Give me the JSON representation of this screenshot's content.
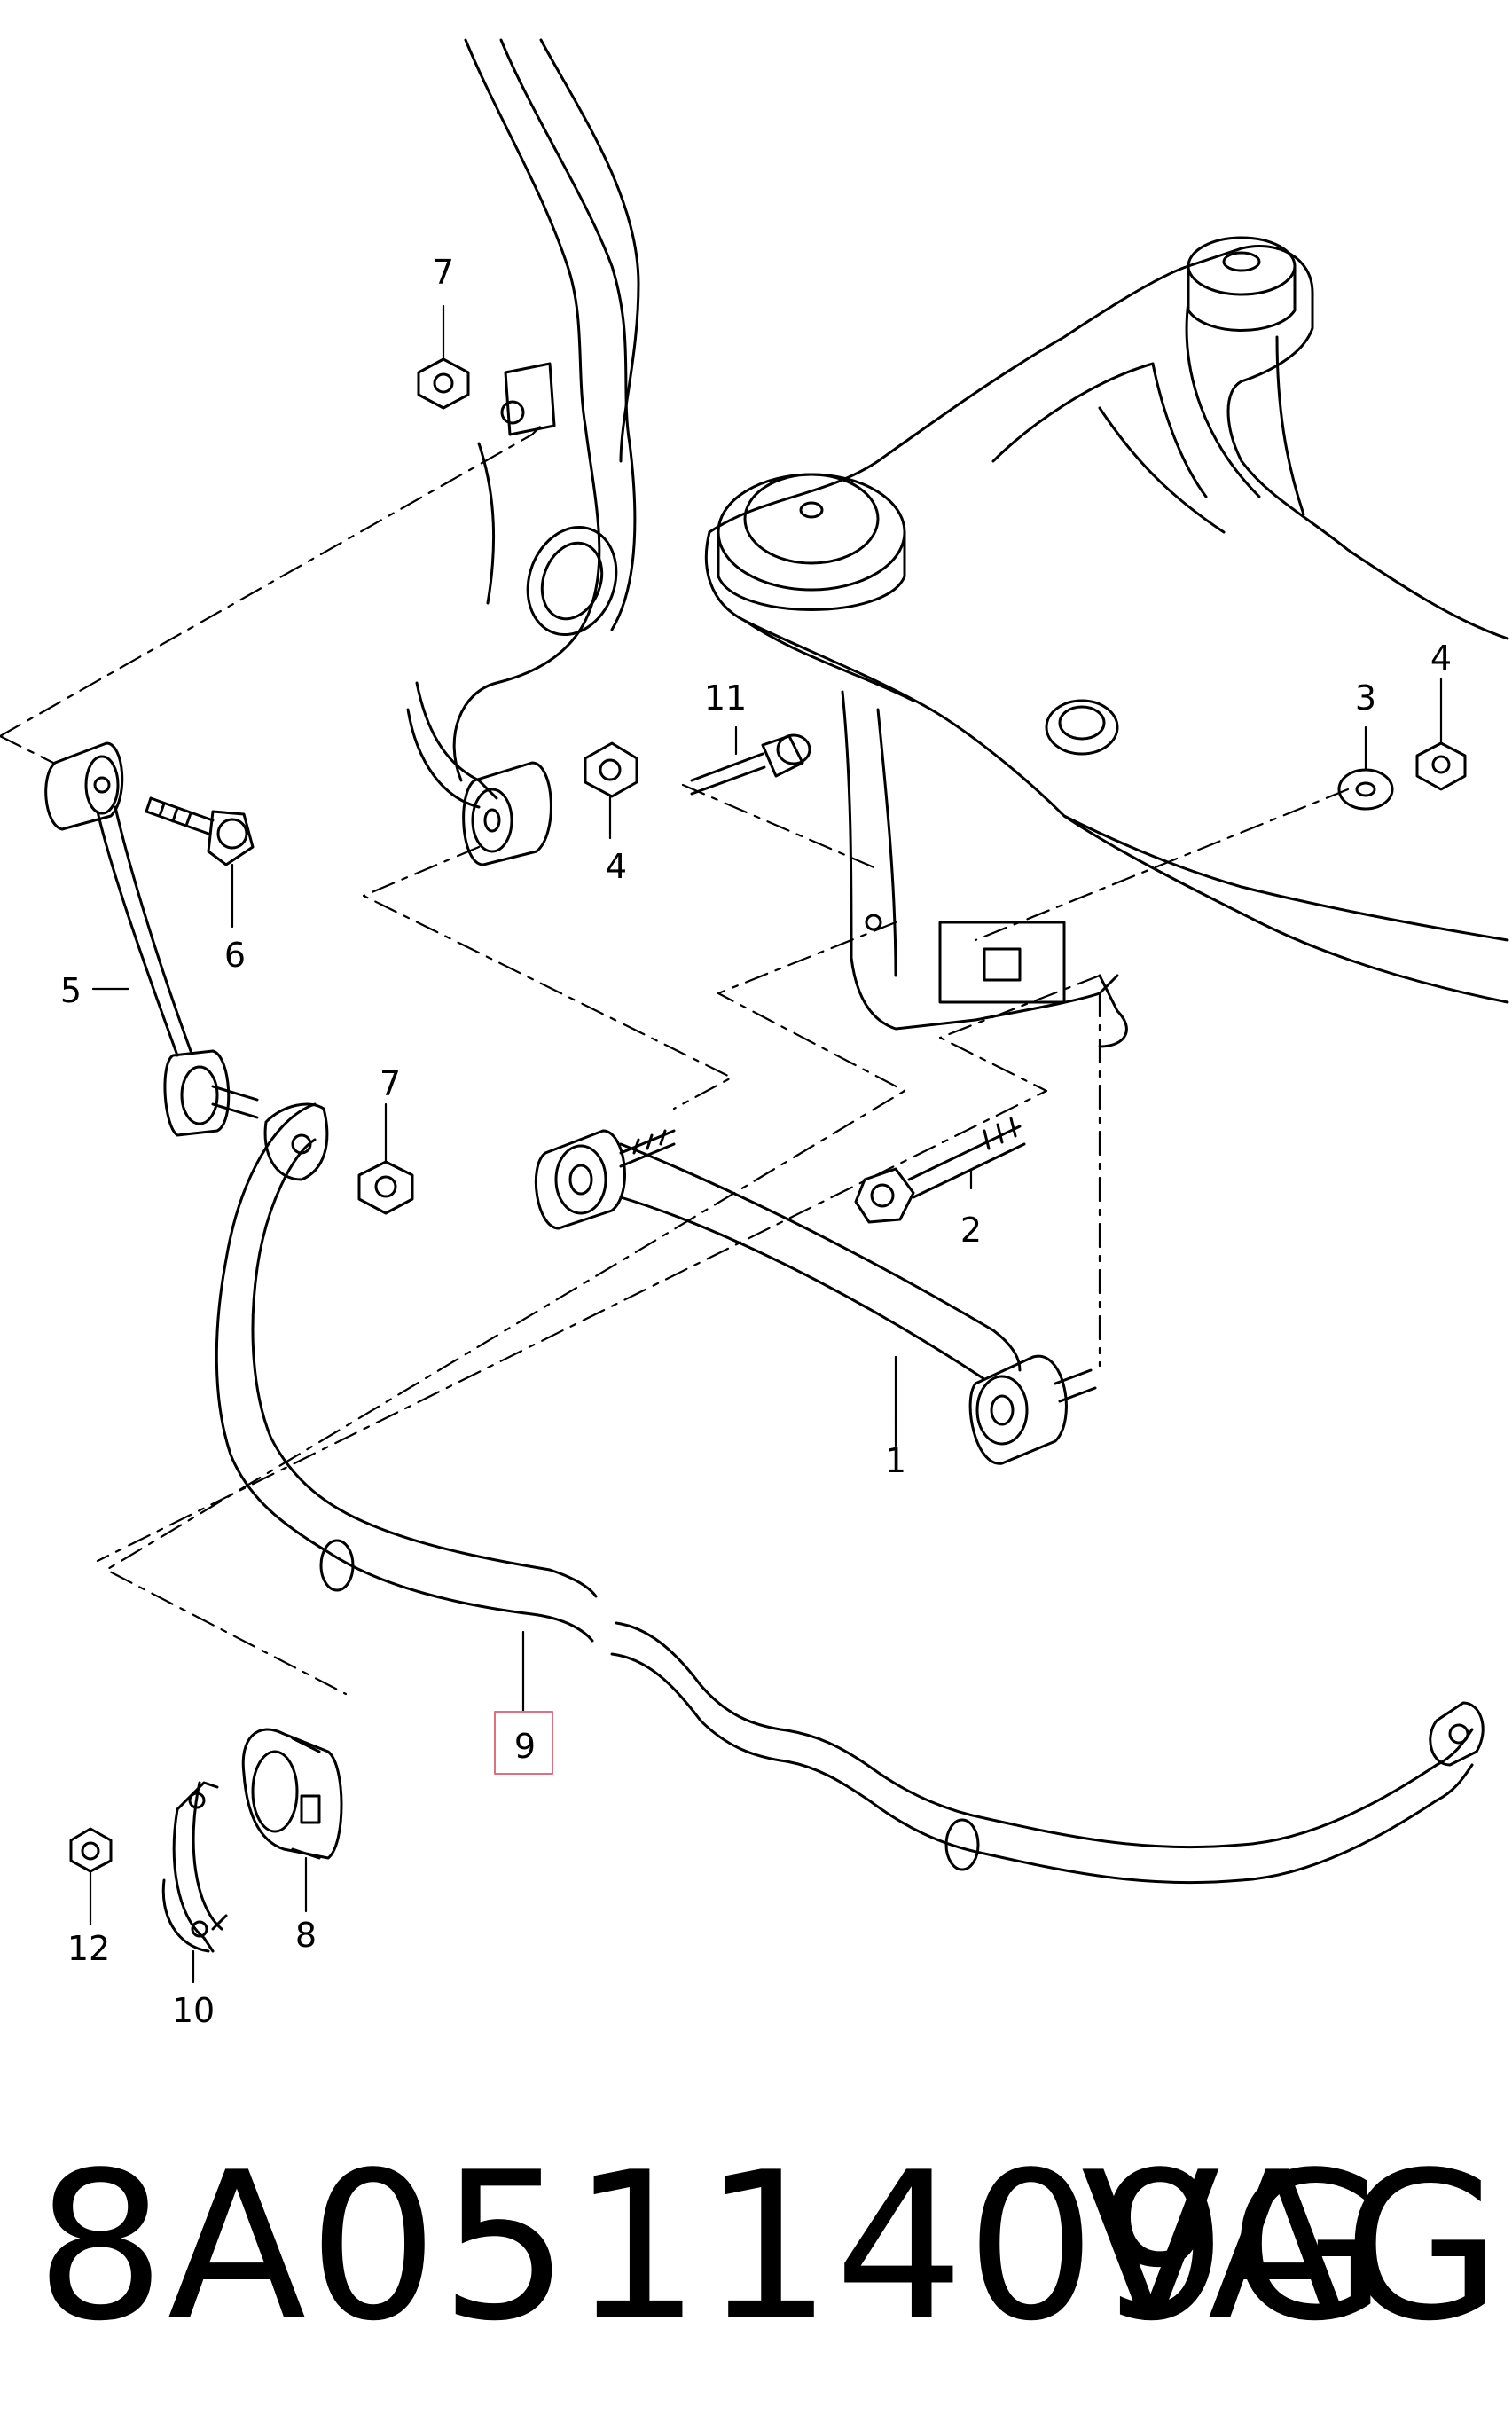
{
  "diagram": {
    "callouts": [
      "7",
      "4",
      "11",
      "3",
      "4",
      "6",
      "5",
      "7",
      "2",
      "1",
      "9",
      "12",
      "8",
      "10"
    ],
    "highlighted_callout": "9",
    "highlight_color": "#e07080"
  },
  "footer": {
    "part_number": "8A0511409G",
    "brand": "VAG"
  }
}
